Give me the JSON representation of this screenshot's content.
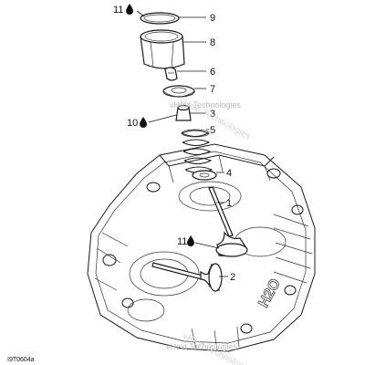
{
  "figure_ref": "I9T0604a",
  "watermark": {
    "text": "vHext Technologies"
  },
  "callouts": [
    {
      "id": "c9",
      "label": "9"
    },
    {
      "id": "c8",
      "label": "8"
    },
    {
      "id": "c6",
      "label": "6"
    },
    {
      "id": "c7",
      "label": "7"
    },
    {
      "id": "c3",
      "label": "3"
    },
    {
      "id": "c5",
      "label": "5"
    },
    {
      "id": "c4",
      "label": "4"
    },
    {
      "id": "c1",
      "label": "1"
    },
    {
      "id": "c2",
      "label": "2"
    },
    {
      "id": "c11a",
      "label": "11"
    },
    {
      "id": "c10",
      "label": "10"
    },
    {
      "id": "c11b",
      "label": "11"
    }
  ],
  "icons": {
    "lubricant": "oil-drop-icon"
  }
}
